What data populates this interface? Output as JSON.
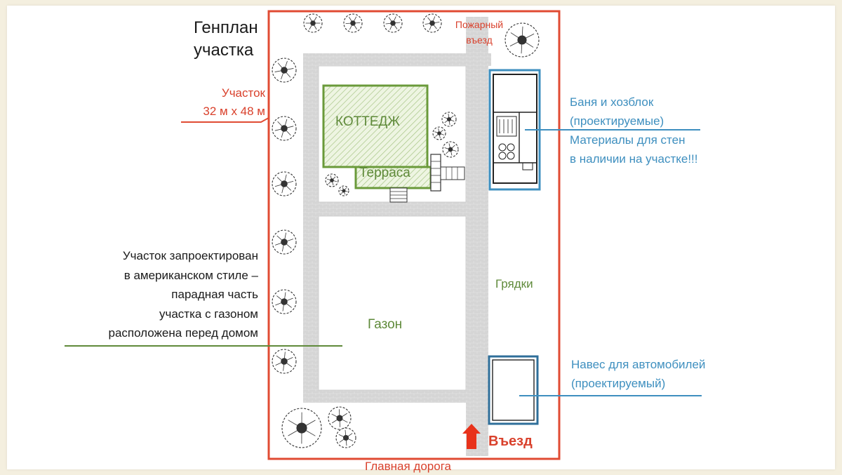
{
  "title": {
    "line1": "Генплан",
    "line2": "участка"
  },
  "plot": {
    "line1": "Участок",
    "line2": "32 м х 48 м"
  },
  "fire_entry": {
    "line1": "Пожарный",
    "line2": "въезд"
  },
  "cottage": "КОТТЕДЖ",
  "terrace": "Терраса",
  "lawn": "Газон",
  "beds": "Грядки",
  "bathhouse": {
    "line1": "Баня и хозблок",
    "line2": "(проектируемые)",
    "line3": "Материалы для стен",
    "line4": "в наличии на участке!!!"
  },
  "carport": {
    "line1": "Навес для автомобилей",
    "line2": "(проектируемый)"
  },
  "description": {
    "line1": "Участок запроектирован",
    "line2": "в американском стиле –",
    "line3": "парадная часть",
    "line4": "участка с газоном",
    "line5": "расположена перед домом"
  },
  "entry": "Въезд",
  "main_road": "Главная дорога",
  "colors": {
    "boundary": "#e04b33",
    "label_red": "#d9412c",
    "label_blue": "#3e8fbf",
    "label_green": "#5f8a3a",
    "path": "#d3d3d3",
    "cottage": "#6a9a3a"
  }
}
